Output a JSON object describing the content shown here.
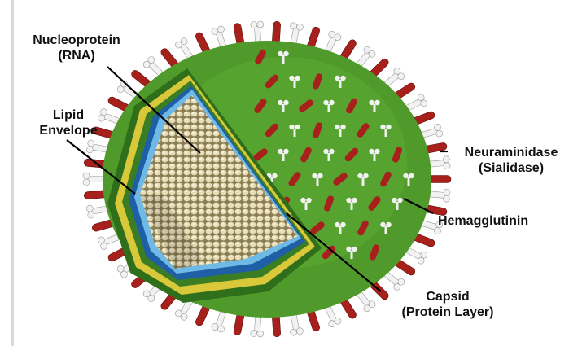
{
  "labels": {
    "nucleoprotein": {
      "line1": "Nucleoprotein",
      "line2": "(RNA)"
    },
    "lipid_envelope": {
      "line1": "Lipid",
      "line2": "Envelope"
    },
    "neuraminidase": {
      "line1": "Neuraminidase",
      "line2": "(Sialidase)"
    },
    "hemagglutinin": {
      "line1": "Hemagglutinin"
    },
    "capsid": {
      "line1": "Capsid",
      "line2": "(Protein Layer)"
    }
  },
  "colors": {
    "envelope_green": "#4f9a2a",
    "envelope_dark": "#2f6e1a",
    "spike_red": "#a8201c",
    "spike_white": "#f2f2f2",
    "capsid_blue": "#2b7fc4",
    "capsid_light": "#6fb9e6",
    "lipid_yellow": "#d8c83a",
    "core_beige": "#cfc39a",
    "leader": "#000000"
  }
}
